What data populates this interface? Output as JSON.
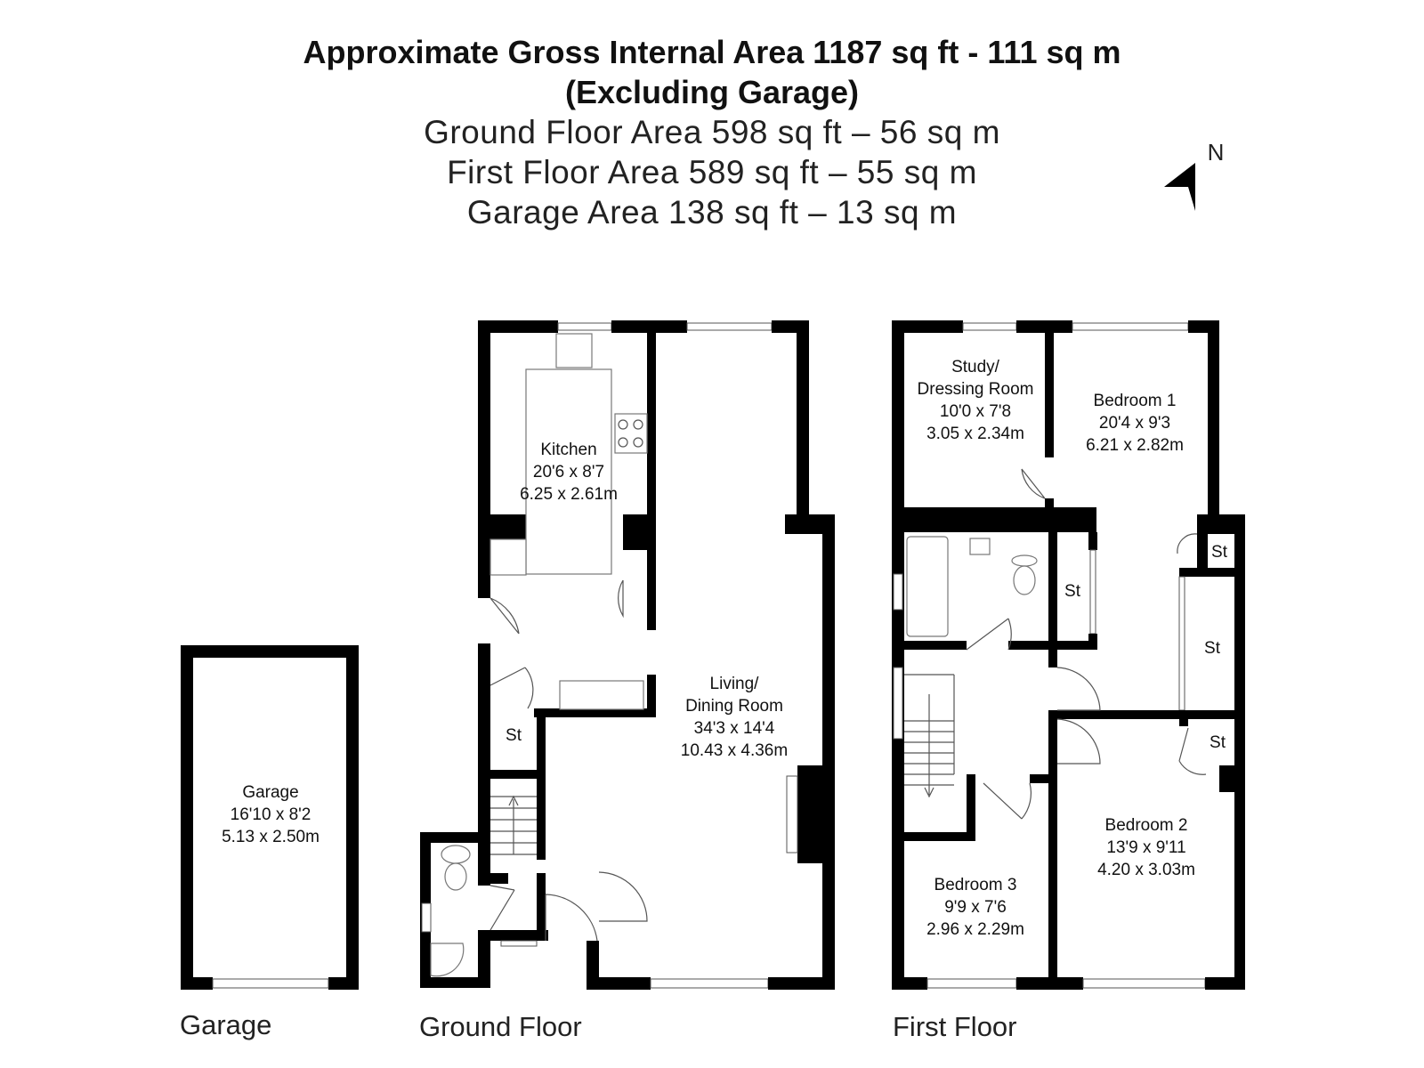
{
  "header": {
    "title_line1": "Approximate Gross Internal Area 1187 sq ft - 111 sq m",
    "title_line2": "(Excluding Garage)",
    "ground_floor_area": "Ground Floor Area 598 sq ft – 56 sq m",
    "first_floor_area": "First Floor Area 589 sq ft – 55 sq m",
    "garage_area": "Garage Area 138 sq ft – 13 sq m"
  },
  "compass": {
    "label": "N"
  },
  "floors": {
    "garage": "Garage",
    "ground": "Ground Floor",
    "first": "First Floor"
  },
  "rooms": {
    "garage": {
      "name": "Garage",
      "imperial": "16'10 x 8'2",
      "metric": "5.13 x 2.50m"
    },
    "kitchen": {
      "name": "Kitchen",
      "imperial": "20'6 x 8'7",
      "metric": "6.25 x 2.61m"
    },
    "living": {
      "name1": "Living/",
      "name2": "Dining Room",
      "imperial": "34'3 x 14'4",
      "metric": "10.43 x 4.36m"
    },
    "ground_store": {
      "name": "St"
    },
    "study": {
      "name1": "Study/",
      "name2": "Dressing Room",
      "imperial": "10'0 x 7'8",
      "metric": "3.05 x 2.34m"
    },
    "bedroom1": {
      "name": "Bedroom 1",
      "imperial": "20'4 x 9'3",
      "metric": "6.21 x 2.82m"
    },
    "bedroom2": {
      "name": "Bedroom 2",
      "imperial": "13'9 x 9'11",
      "metric": "4.20 x 3.03m"
    },
    "bedroom3": {
      "name": "Bedroom 3",
      "imperial": "9'9 x 7'6",
      "metric": "2.96 x 2.29m"
    },
    "first_store1": {
      "name": "St"
    },
    "first_store2": {
      "name": "St"
    },
    "first_store3": {
      "name": "St"
    },
    "first_store4": {
      "name": "St"
    }
  }
}
